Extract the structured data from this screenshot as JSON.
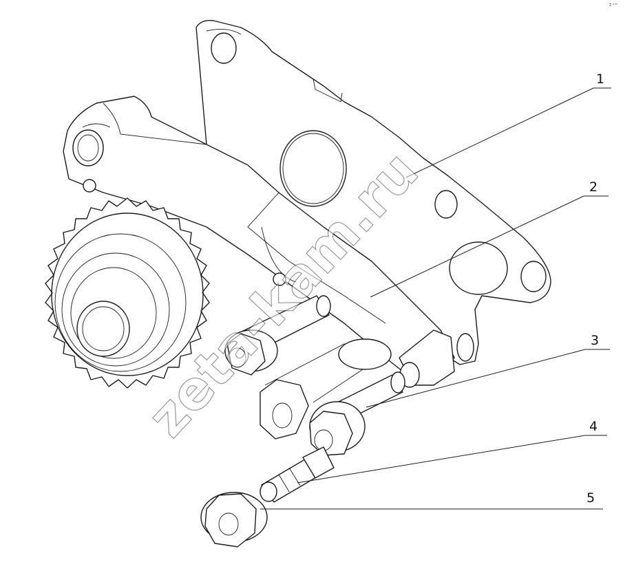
{
  "callouts": [
    {
      "id": "1",
      "label": "1"
    },
    {
      "id": "2",
      "label": "2"
    },
    {
      "id": "3",
      "label": "3"
    },
    {
      "id": "4",
      "label": "4"
    },
    {
      "id": "5",
      "label": "5"
    }
  ],
  "watermark": "zeta-kam.ru",
  "corner_mark": "z̃ ᵐᵐ"
}
